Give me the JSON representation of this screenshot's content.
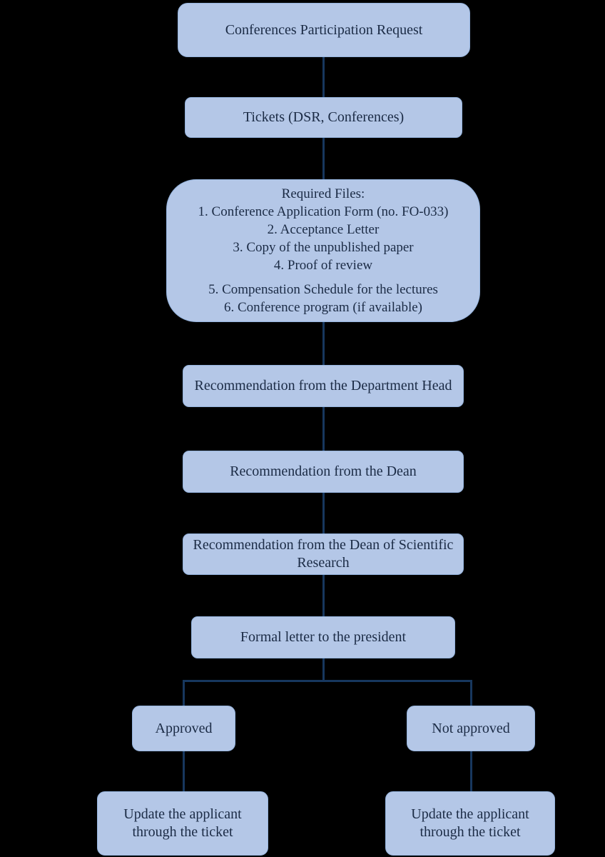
{
  "colors": {
    "bg": "#000000",
    "box_fill": "#b4c7e7",
    "box_border": "#94b3dd",
    "connector": "#17375e",
    "text": "#1b2b45"
  },
  "nodes": {
    "request": "Conferences Participation Request",
    "tickets": "Tickets (DSR, Conferences)",
    "required_files": {
      "title": "Required Files:",
      "items": [
        "1. Conference Application Form (no. FO-033)",
        "2. Acceptance Letter",
        "3. Copy of the unpublished paper",
        "4. Proof of review",
        "5. Compensation Schedule for the lectures",
        "6. Conference program (if available)"
      ]
    },
    "rec_department_head": "Recommendation from the Department Head",
    "rec_dean": "Recommendation from the Dean",
    "rec_dean_scientific": "Recommendation from the Dean of Scientific Research",
    "formal_letter": "Formal letter to the president",
    "approved": "Approved",
    "not_approved": "Not approved",
    "update_left": "Update the applicant through the ticket",
    "update_right": "Update the applicant through the ticket"
  }
}
